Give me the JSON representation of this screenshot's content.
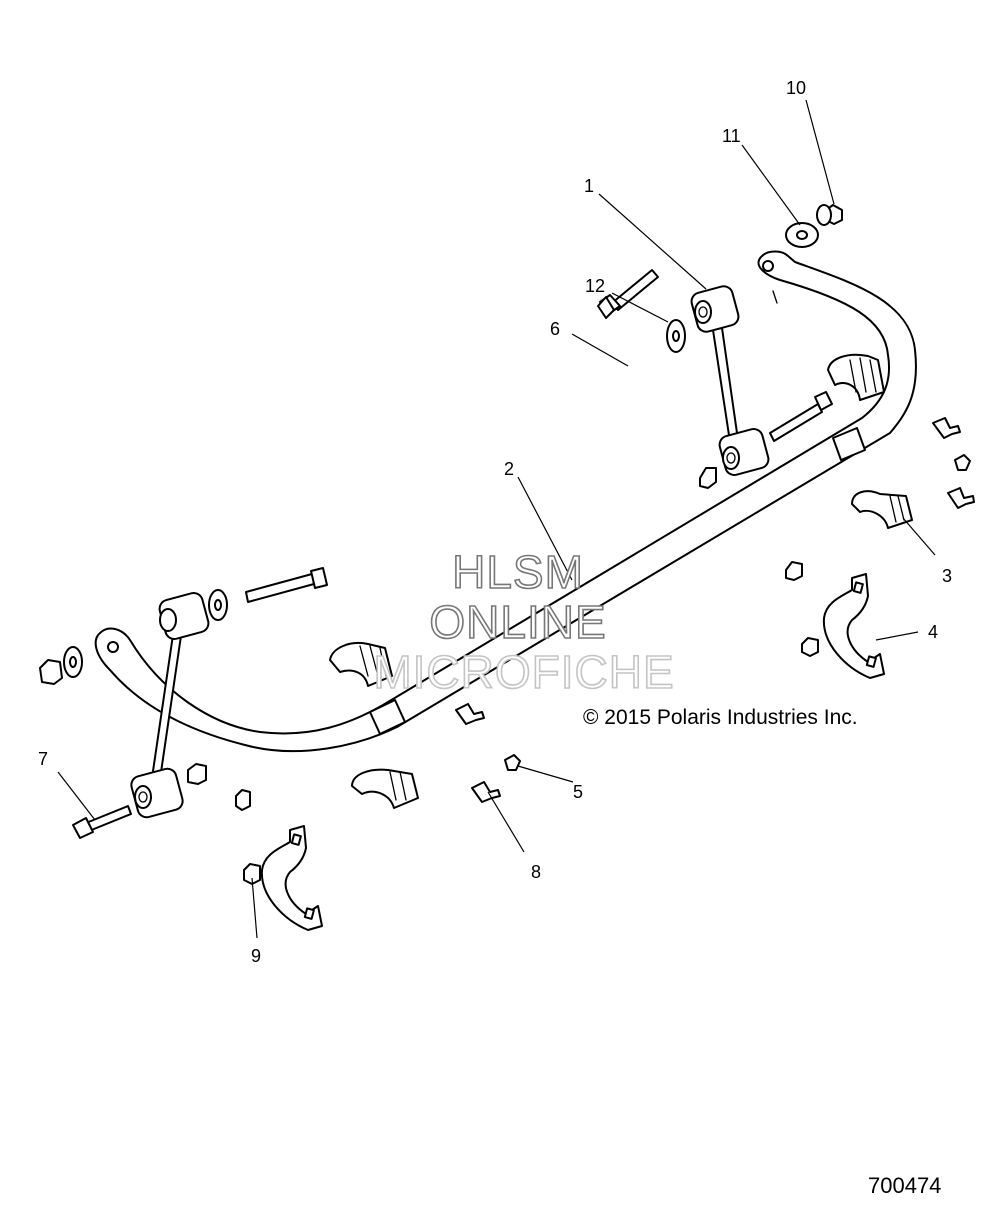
{
  "diagram": {
    "callouts": [
      "1",
      "2",
      "3",
      "4",
      "5",
      "6",
      "7",
      "8",
      "9",
      "10",
      "11",
      "12"
    ],
    "watermark": [
      "HLSM",
      "ONLINE",
      "MICROFICHE"
    ],
    "copyright": "© 2015 Polaris Industries Inc.",
    "drawing_number": "700474"
  }
}
